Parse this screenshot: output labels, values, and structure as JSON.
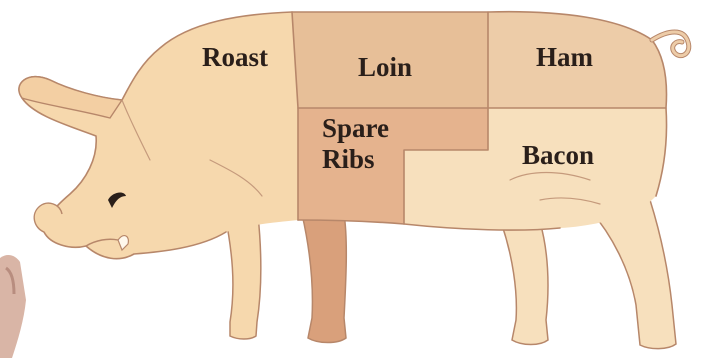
{
  "diagram": {
    "cuts": [
      {
        "id": "roast",
        "label": "Roast",
        "color": "#f6d8ad"
      },
      {
        "id": "loin",
        "label": "Loin",
        "color": "#e7bf98"
      },
      {
        "id": "ham",
        "label": "Ham",
        "color": "#edcca8"
      },
      {
        "id": "spare_ribs",
        "label_line1": "Spare",
        "label_line2": "Ribs",
        "color": "#e5b38e"
      },
      {
        "id": "bacon",
        "label": "Bacon",
        "color": "#f7e0bd"
      }
    ],
    "body_color": "#f6d8ad",
    "leg_shadow_color": "#d8a07a",
    "outline_color": "#b7876a",
    "eye_color": "#2a1f1a"
  }
}
